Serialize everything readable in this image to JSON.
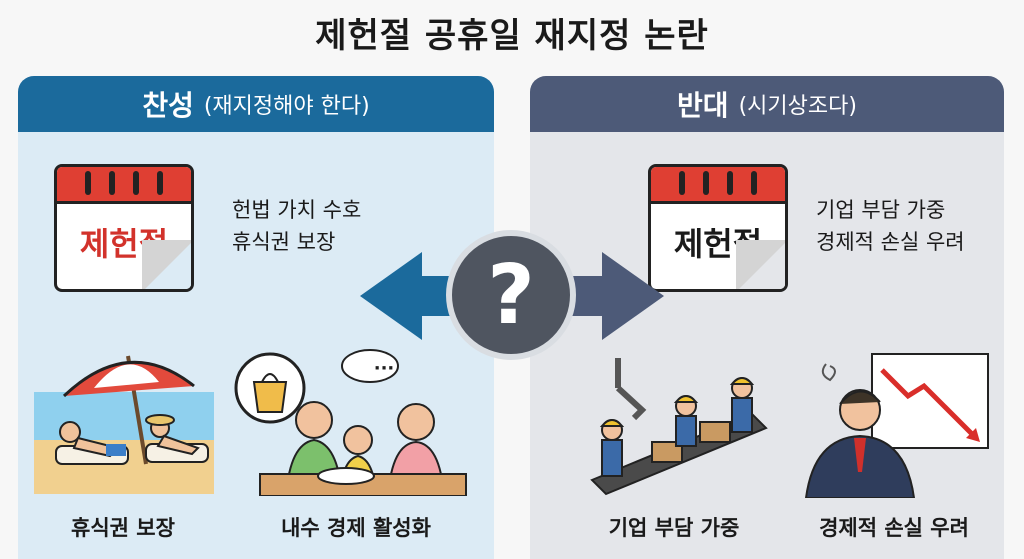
{
  "title": "제헌절 공휴일 재지정 논란",
  "left": {
    "heading": "찬성",
    "subheading": "(재지정해야 한다)",
    "calendar_text": "제헌절",
    "points": [
      "헌법 가치 수호",
      "휴식권 보장"
    ],
    "captions": [
      "휴식권 보장",
      "내수 경제 활성화"
    ],
    "accent": "#1b6a9c",
    "calendar_text_color": "#d2322b"
  },
  "right": {
    "heading": "반대",
    "subheading": "(시기상조다)",
    "calendar_text": "제헌절",
    "points": [
      "기업 부담 가중",
      "경제적 손실 우려"
    ],
    "captions": [
      "기업 부담 가중",
      "경제적 손실 우려"
    ],
    "accent": "#4d5a78",
    "calendar_text_color": "#1a1a1a"
  },
  "center_symbol": "?",
  "speech_bubble": "···",
  "icons": [
    "calendar-icon",
    "beach-umbrella-icon",
    "shopping-bag-icon",
    "factory-conveyor-icon",
    "stock-decline-icon",
    "question-icon"
  ]
}
